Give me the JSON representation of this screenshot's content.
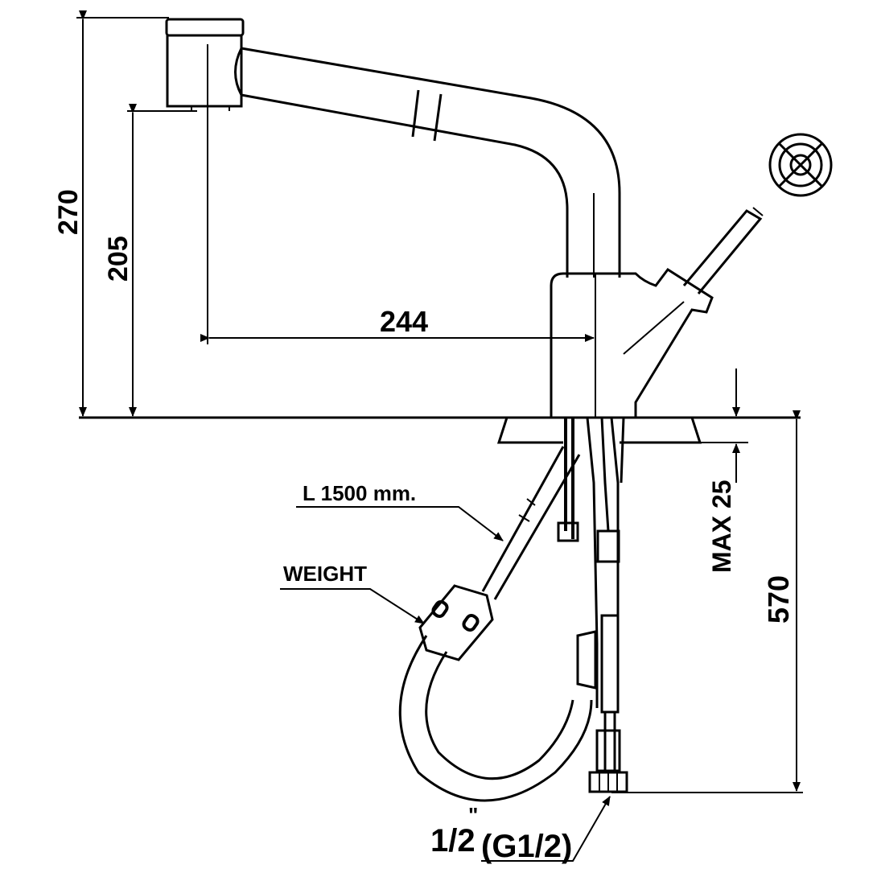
{
  "dimensions": {
    "total_height": "270",
    "spout_height": "205",
    "reach": "244",
    "max_deck_thickness": "MAX 25",
    "below_counter_length": "570"
  },
  "callouts": {
    "hose_length": "L 1500 mm.",
    "weight": "WEIGHT",
    "connection_main": "1/2",
    "connection_mark": "\"",
    "connection_paren": "(G1/2)"
  },
  "colors": {
    "line": "#000000",
    "background": "#ffffff"
  }
}
